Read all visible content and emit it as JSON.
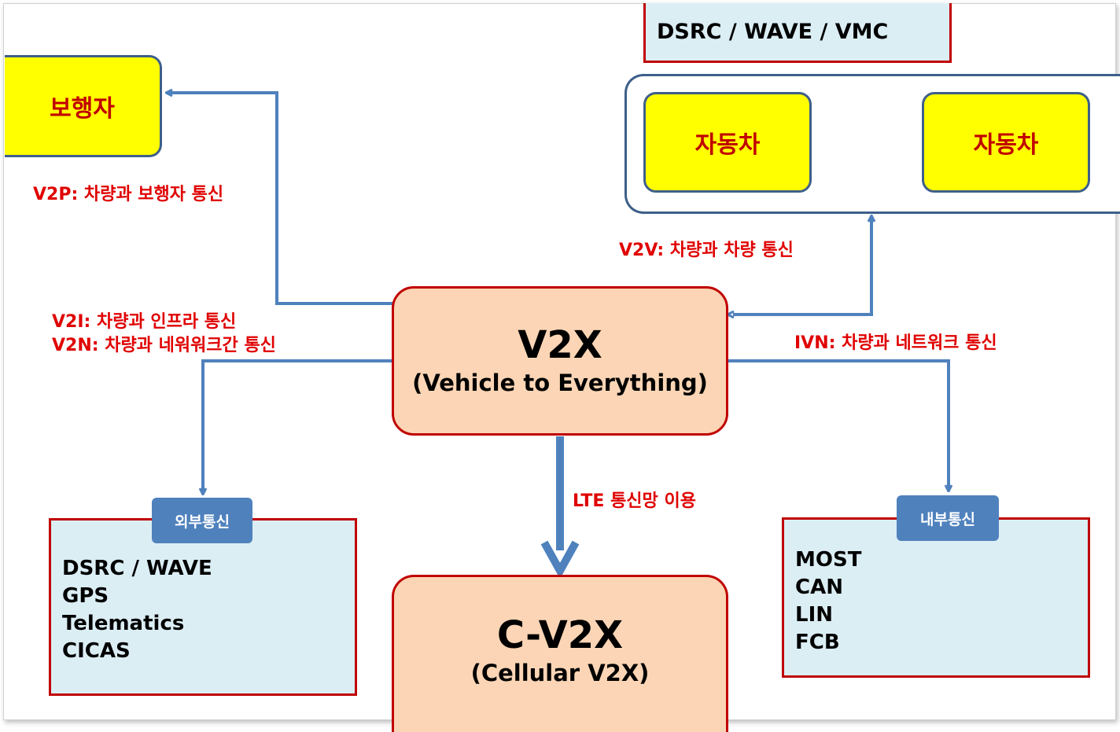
{
  "top_box": {
    "text": "DSRC / WAVE / VMC"
  },
  "pedestrian": {
    "label": "보행자"
  },
  "vehicles": {
    "left": "자동차",
    "right": "자동차"
  },
  "v2x": {
    "title": "V2X",
    "subtitle": "(Vehicle to Everything)"
  },
  "cv2x": {
    "title": "C-V2X",
    "subtitle": "(Cellular V2X)"
  },
  "links": {
    "v2p": "V2P: 차량과 보행자 통신",
    "v2v": "V2V: 차량과 차량 통신",
    "v2i": "V2I: 차량과 인프라 통신",
    "v2n": "V2N: 차량과 네워워크간 통신",
    "ivn": "IVN: 차량과 네트워크 통신",
    "lte": "LTE 통신망 이용"
  },
  "external": {
    "tag": "외부통신",
    "items": [
      "DSRC / WAVE",
      "GPS",
      "Telematics",
      "CICAS"
    ]
  },
  "internal": {
    "tag": "내부통신",
    "items": [
      "MOST",
      "CAN",
      "LIN",
      "FCB"
    ]
  },
  "colors": {
    "arrow": "#4f81bd",
    "label_red": "#e00000",
    "box_border_red": "#c00000",
    "yellow_fill": "#ffff00",
    "peach_fill": "#fbd5b5",
    "light_blue_fill": "#dbeef4"
  }
}
